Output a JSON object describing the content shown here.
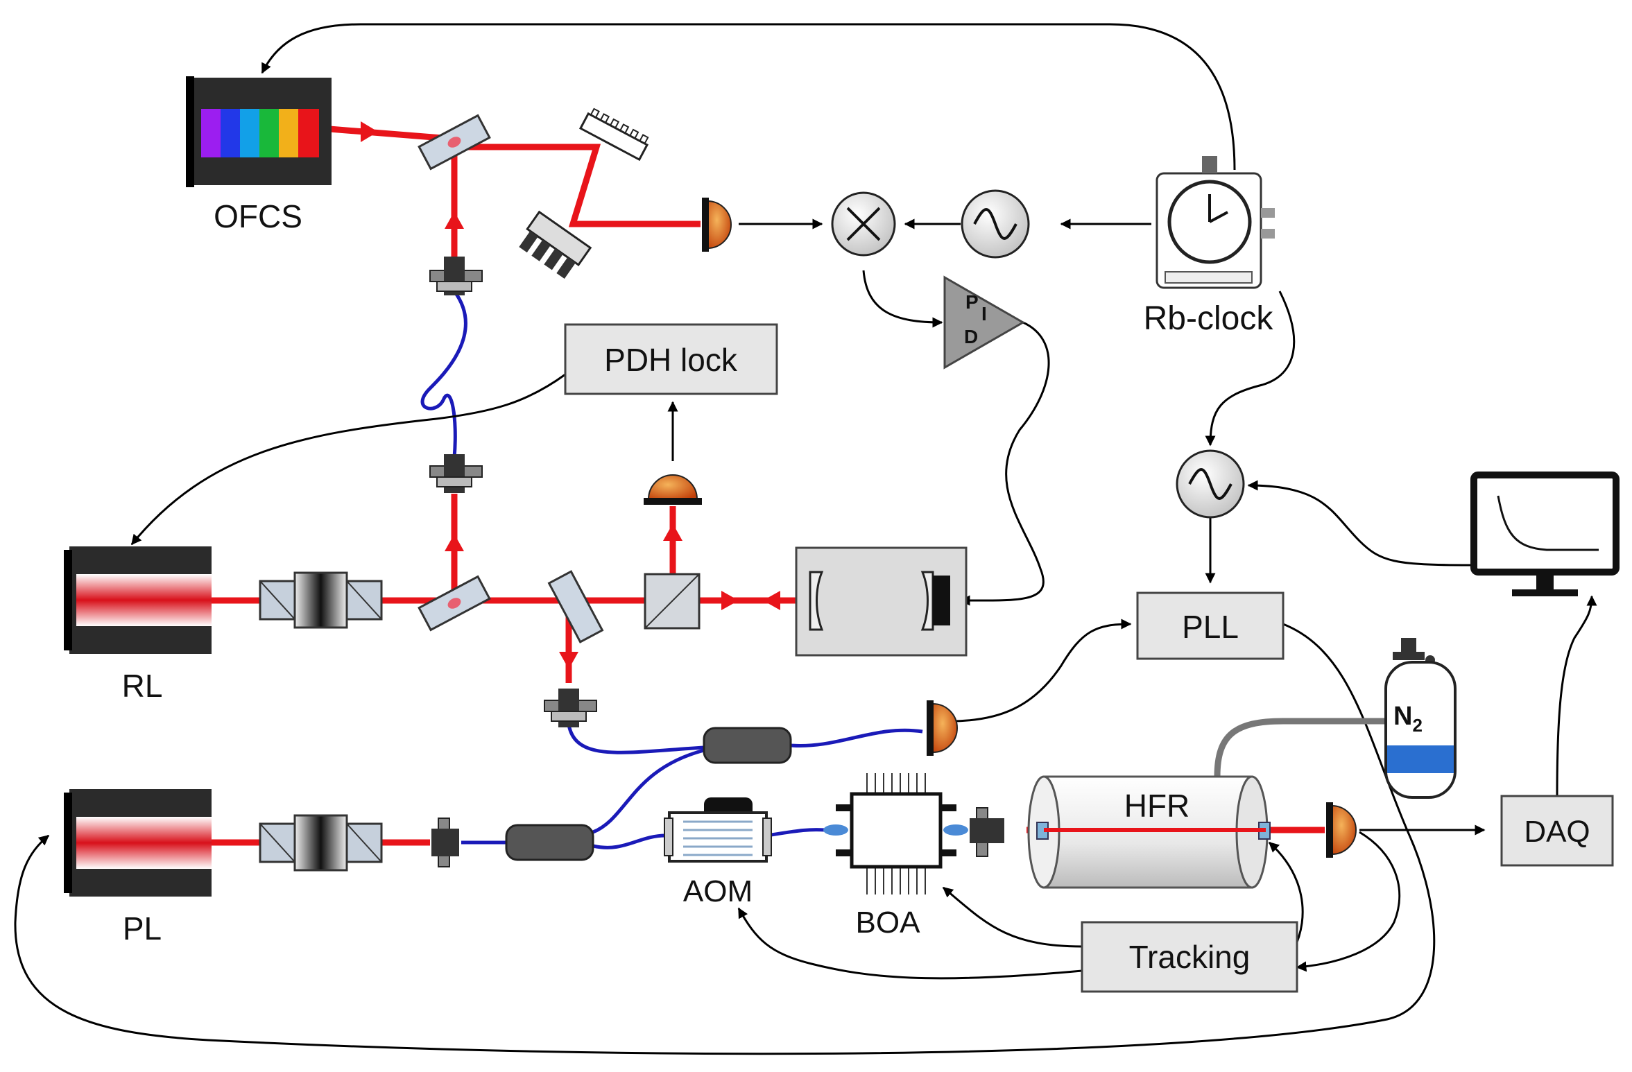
{
  "labels": {
    "ofcs": "OFCS",
    "rb_clock": "Rb-clock",
    "pdh_lock": "PDH lock",
    "pid_p": "P",
    "pid_i": "I",
    "pid_d": "D",
    "rl": "RL",
    "pll": "PLL",
    "n2": "N",
    "n2_sub": "2",
    "hfr": "HFR",
    "daq": "DAQ",
    "pl": "PL",
    "aom": "AOM",
    "boa": "BOA",
    "tracking": "Tracking"
  },
  "colors": {
    "laser_beam": "#e8141a",
    "fiber": "#1a1ab8",
    "signal_line": "#000000",
    "box_fill": "#e6e6e6",
    "box_stroke": "#444444",
    "detector": "#d9560a",
    "n2_band": "#2a6fd0",
    "gas_line": "#777777"
  },
  "icons": {
    "comb_source": "rainbow-comb-icon",
    "clock": "stopwatch-icon",
    "oscillator": "sine-wave-icon",
    "mixer": "mixer-cross-icon",
    "amplifier": "triangle-amplifier-icon",
    "detector": "photodetector-icon",
    "monitor": "monitor-decay-icon",
    "gas_bottle": "gas-cylinder-icon"
  }
}
